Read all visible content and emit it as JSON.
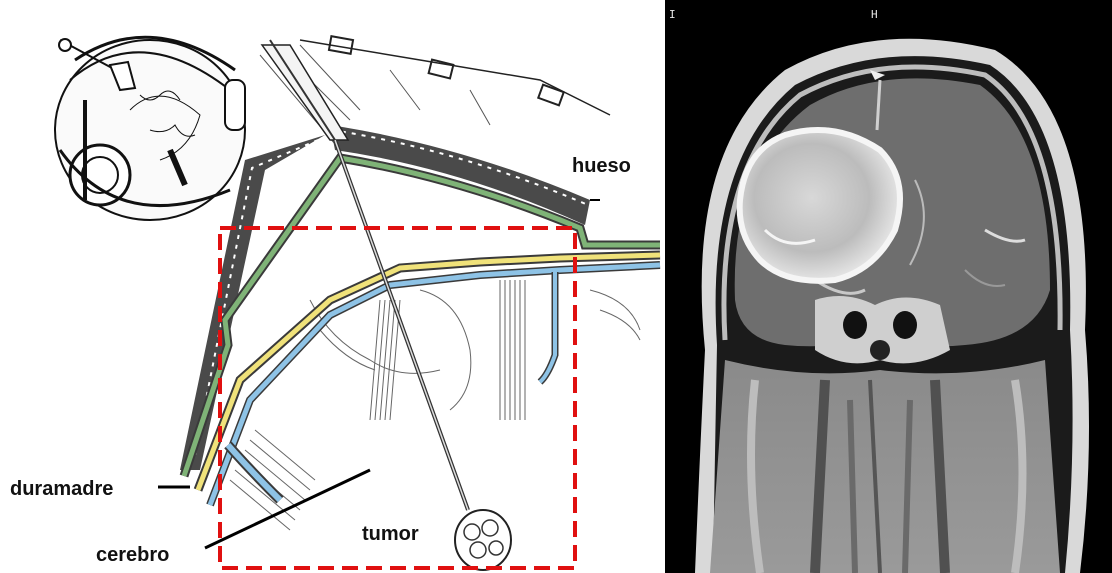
{
  "labels": {
    "hueso": "hueso",
    "duramadre": "duramadre",
    "cerebro": "cerebro",
    "tumor": "tumor"
  },
  "mri": {
    "orientation_left": "I",
    "orientation_top": "H"
  },
  "colors": {
    "dura_green": "#7fb377",
    "arachnoid_yellow": "#f0e27a",
    "pia_blue": "#8ec3e6",
    "roi_red": "#e01010"
  }
}
